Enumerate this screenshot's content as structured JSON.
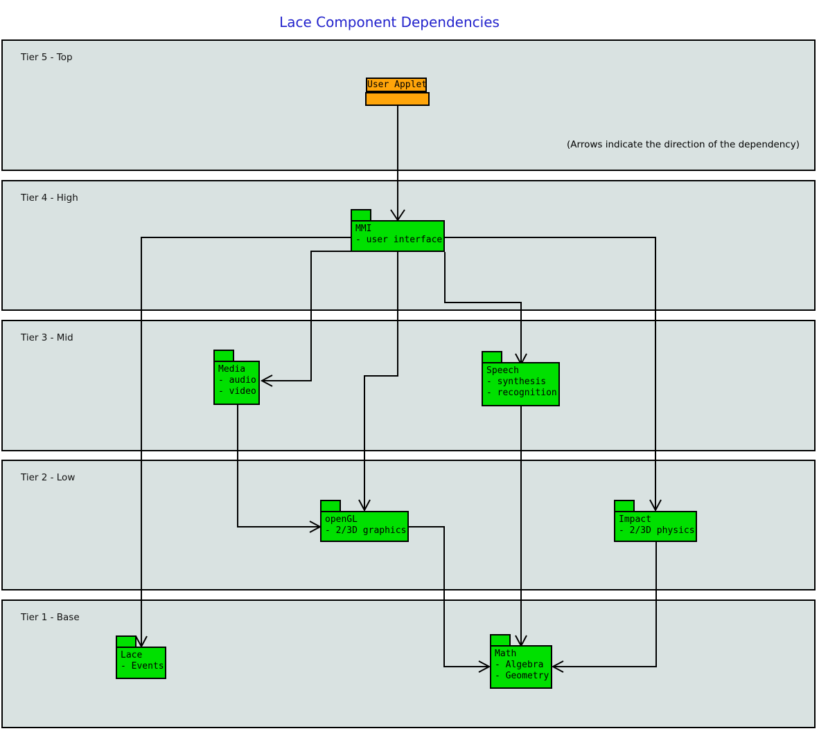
{
  "title": "Lace Component Dependencies",
  "note": "(Arrows indicate the direction of the dependency)",
  "colors": {
    "title_blue": "#2222cc",
    "tier_band_fill": "#d9e2e1",
    "component_green": "#00e000",
    "applet_orange": "#ffa50a",
    "line_black": "#000000",
    "page_background": "#ffffff"
  },
  "tiers": [
    {
      "label": "Tier 5 - Top"
    },
    {
      "label": "Tier 4 - High"
    },
    {
      "label": "Tier 3 - Mid"
    },
    {
      "label": "Tier 2 - Low"
    },
    {
      "label": "Tier 1 - Base"
    }
  ],
  "nodes": {
    "user_applet": {
      "label": "User Applet"
    },
    "mmi": {
      "title": "MMI",
      "line1": "- user interface"
    },
    "media": {
      "title": "Media",
      "line1": "- audio",
      "line2": "- video"
    },
    "speech": {
      "title": "Speech",
      "line1": "- synthesis",
      "line2": "- recognition"
    },
    "opengl": {
      "title": "openGL",
      "line1": "- 2/3D graphics"
    },
    "impact": {
      "title": "Impact",
      "line1": "- 2/3D physics"
    },
    "lace": {
      "title": "Lace",
      "line1": "- Events"
    },
    "math": {
      "title": "Math",
      "line1": "- Algebra",
      "line2": "- Geometry"
    }
  },
  "edges": [
    {
      "from": "User Applet",
      "to": "MMI"
    },
    {
      "from": "MMI",
      "to": "Lace"
    },
    {
      "from": "MMI",
      "to": "Media"
    },
    {
      "from": "MMI",
      "to": "openGL"
    },
    {
      "from": "MMI",
      "to": "Speech"
    },
    {
      "from": "MMI",
      "to": "Impact"
    },
    {
      "from": "Media",
      "to": "openGL"
    },
    {
      "from": "Speech",
      "to": "Math"
    },
    {
      "from": "openGL",
      "to": "Math"
    },
    {
      "from": "Impact",
      "to": "Math"
    }
  ]
}
